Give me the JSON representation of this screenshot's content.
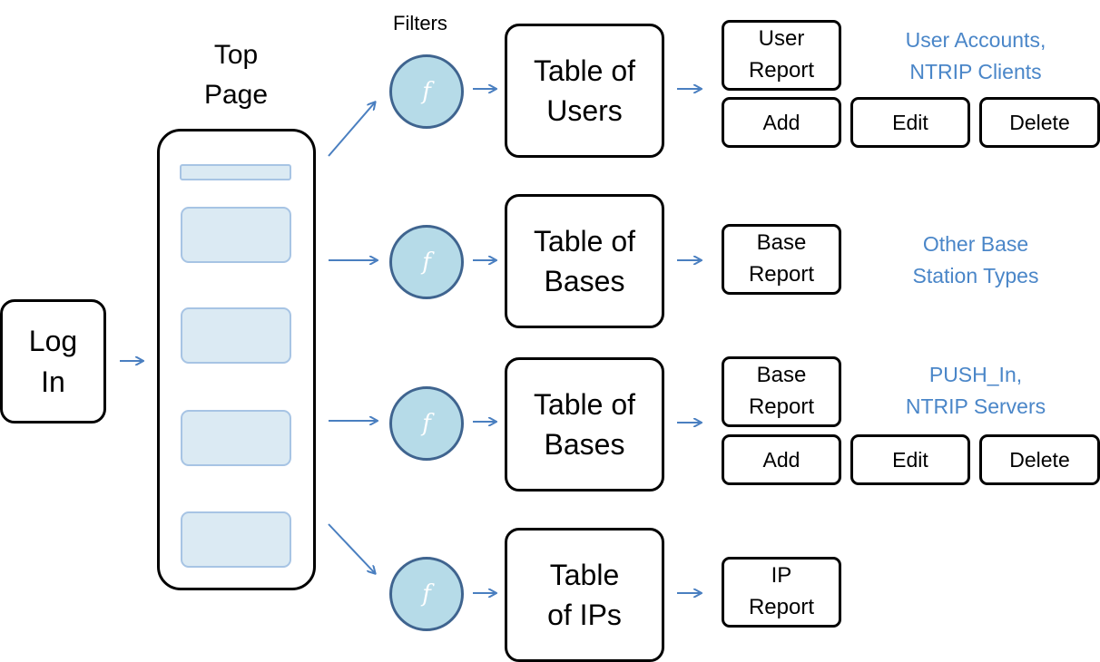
{
  "login": "Log\nIn",
  "top_page": "Top\nPage",
  "filters_label": "Filters",
  "filter_symbol": "f",
  "rows": [
    {
      "table": "Table of\nUsers",
      "report": "User\nReport",
      "note": "User Accounts,\nNTRIP Clients",
      "actions": [
        "Add",
        "Edit",
        "Delete"
      ]
    },
    {
      "table": "Table of\nBases",
      "report": "Base\nReport",
      "note": "Other Base\nStation Types"
    },
    {
      "table": "Table of\nBases",
      "report": "Base\nReport",
      "note": "PUSH_In,\nNTRIP Servers",
      "actions": [
        "Add",
        "Edit",
        "Delete"
      ]
    },
    {
      "table": "Table\nof IPs",
      "report": "IP\nReport"
    }
  ],
  "colors": {
    "arrow": "#4a7fc0",
    "note": "#4a86c8",
    "filter_fill": "#b6dbe8",
    "filter_border": "#3f648f",
    "slot_fill": "#dbeaf3"
  }
}
